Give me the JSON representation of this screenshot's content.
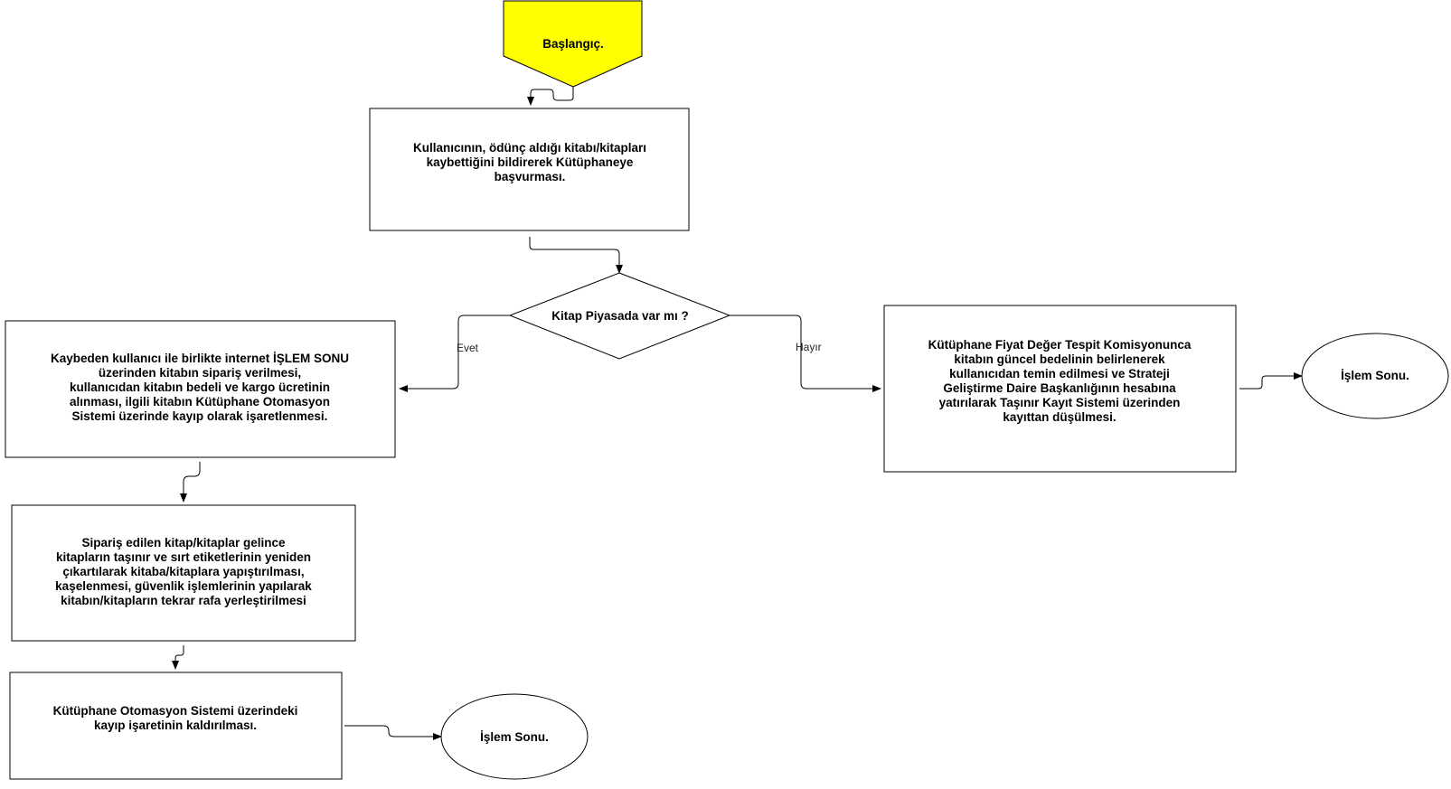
{
  "nodes": {
    "start": {
      "text": "Başlangıç."
    },
    "report": {
      "lines": [
        "Kullanıcının, ödünç aldığı kitabı/kitapları",
        "kaybettiğini bildirerek Kütüphaneye",
        "başvurması."
      ]
    },
    "decision": {
      "text": "Kitap Piyasada var mı ?"
    },
    "order": {
      "lines": [
        "Kaybeden kullanıcı ile birlikte internet İŞLEM SONU",
        "üzerinden kitabın sipariş verilmesi,",
        "kullanıcıdan kitabın bedeli ve kargo ücretinin",
        "alınması, ilgili kitabın Kütüphane Otomasyon",
        "Sistemi üzerinde kayıp olarak işaretlenmesi."
      ]
    },
    "commission": {
      "lines": [
        "Kütüphane Fiyat Değer Tespit Komisyonunca",
        "kitabın güncel bedelinin belirlenerek",
        "kullanıcıdan temin edilmesi ve Strateji",
        "Geliştirme Daire Başkanlığının hesabına",
        "yatırılarak Taşınır Kayıt Sistemi üzerinden",
        "kayıttan düşülmesi."
      ]
    },
    "end_right": {
      "text": "İşlem Sonu."
    },
    "labels": {
      "lines": [
        "Sipariş edilen kitap/kitaplar gelince",
        "kitapların taşınır ve sırt etiketlerinin yeniden",
        "çıkartılarak kitaba/kitaplara yapıştırılması,",
        "kaşelenmesi, güvenlik işlemlerinin yapılarak",
        "kitabın/kitapların tekrar rafa yerleştirilmesi"
      ]
    },
    "unmark": {
      "lines": [
        "Kütüphane Otomasyon Sistemi üzerindeki",
        "kayıp işaretinin kaldırılması."
      ]
    },
    "end_bottom": {
      "text": "İşlem Sonu."
    }
  },
  "edges": {
    "yes_label": "Evet",
    "no_label": "Hayır"
  },
  "colors": {
    "start_fill": "#ffff00",
    "stroke": "#000000"
  }
}
